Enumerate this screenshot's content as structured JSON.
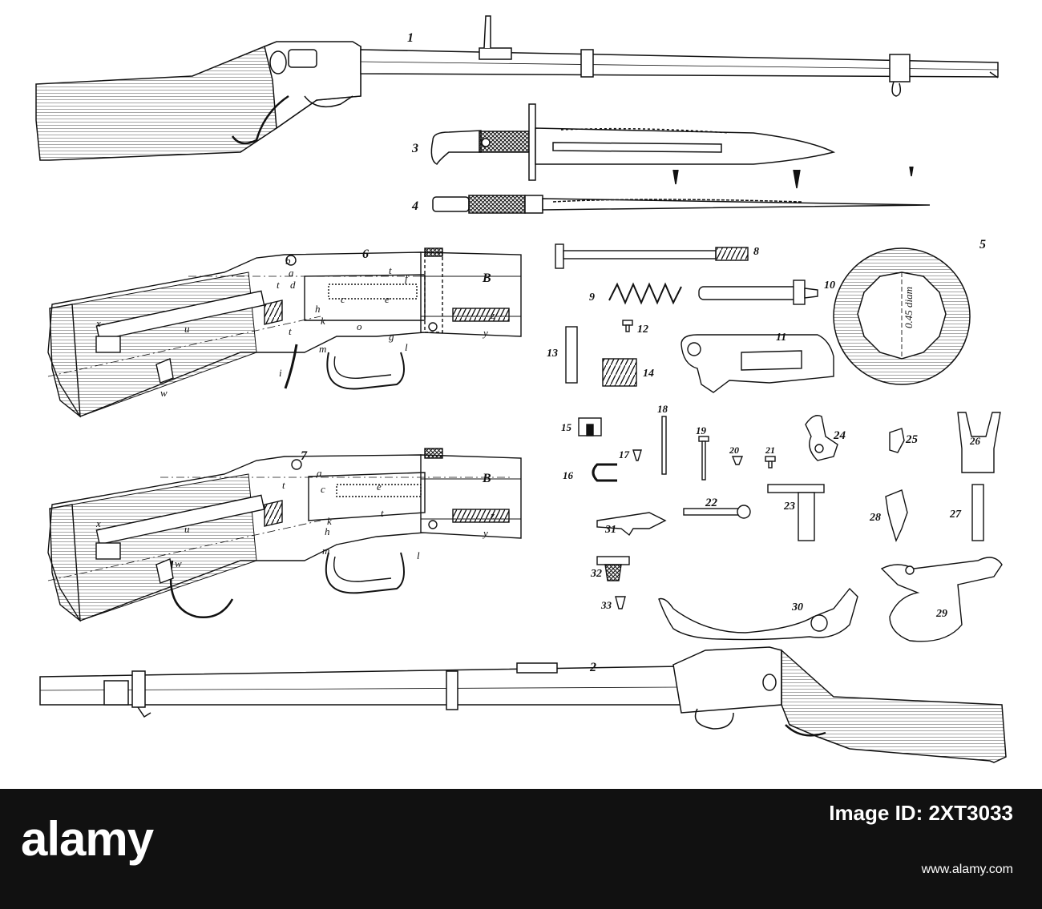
{
  "figure_labels": {
    "fig1": "1",
    "fig2": "2",
    "fig3": "3",
    "fig4": "4",
    "fig5": "5",
    "fig6": "6",
    "fig7": "7",
    "fig8": "8",
    "fig9": "9",
    "fig10": "10",
    "fig11": "11",
    "fig12": "12",
    "fig13": "13",
    "fig14": "14",
    "fig15": "15",
    "fig16": "16",
    "fig17": "17",
    "fig18": "18",
    "fig19": "19",
    "fig20": "20",
    "fig21": "21",
    "fig22": "22",
    "fig23": "23",
    "fig24": "24",
    "fig25": "25",
    "fig26": "26",
    "fig27": "27",
    "fig28": "28",
    "fig29": "29",
    "fig30": "30",
    "fig31": "31",
    "fig32": "32",
    "fig33": "33"
  },
  "diam_label": "0.45 diam",
  "part_letters": [
    "a",
    "b",
    "c",
    "d",
    "e",
    "f",
    "g",
    "h",
    "i",
    "k",
    "l",
    "m",
    "o",
    "t",
    "u",
    "w",
    "x",
    "y",
    "z",
    "B"
  ],
  "stock": {
    "logo": "alamy",
    "image_id_label": "Image ID: 2XT3033",
    "url": "www.alamy.com"
  },
  "colors": {
    "ink": "#111111",
    "paper": "#ffffff",
    "bar": "#111111"
  }
}
